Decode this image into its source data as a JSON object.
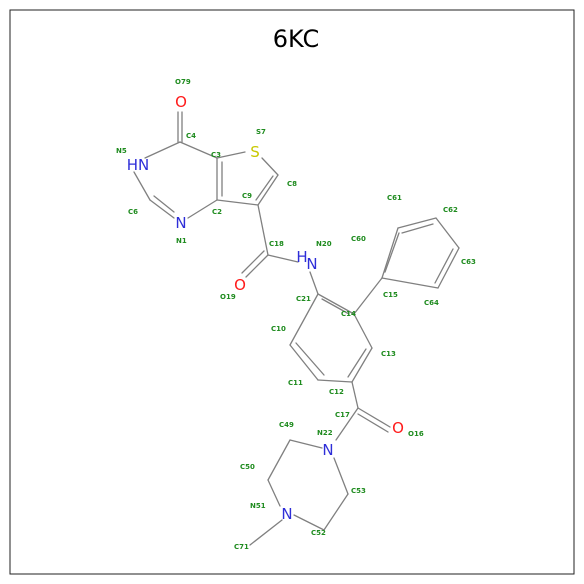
{
  "title": "6KC",
  "colors": {
    "O": "#ff1a1a",
    "N": "#2e2ed8",
    "S": "#c8c800",
    "label": "#1e8b1e",
    "bond": "#808080",
    "frame": "#222222"
  },
  "heteroatoms": [
    {
      "id": "o79",
      "symbol": "O"
    },
    {
      "id": "n5",
      "symbol": "HN"
    },
    {
      "id": "n1",
      "symbol": "N"
    },
    {
      "id": "s7",
      "symbol": "S"
    },
    {
      "id": "o19",
      "symbol": "O"
    },
    {
      "id": "n20",
      "symbol": "H"
    },
    {
      "id": "n20b",
      "symbol": "N"
    },
    {
      "id": "n22",
      "symbol": "N"
    },
    {
      "id": "o16",
      "symbol": "O"
    },
    {
      "id": "n51",
      "symbol": "N"
    }
  ],
  "atom_labels": [
    "O79",
    "C4",
    "S7",
    "N5",
    "C3",
    "C8",
    "C6",
    "C9",
    "C2",
    "N1",
    "C61",
    "C62",
    "C18",
    "N20",
    "C60",
    "C63",
    "O19",
    "C21",
    "C15",
    "C64",
    "C14",
    "C10",
    "C13",
    "C11",
    "C12",
    "C17",
    "C49",
    "N22",
    "O16",
    "C50",
    "C53",
    "N51",
    "C52",
    "C71"
  ]
}
